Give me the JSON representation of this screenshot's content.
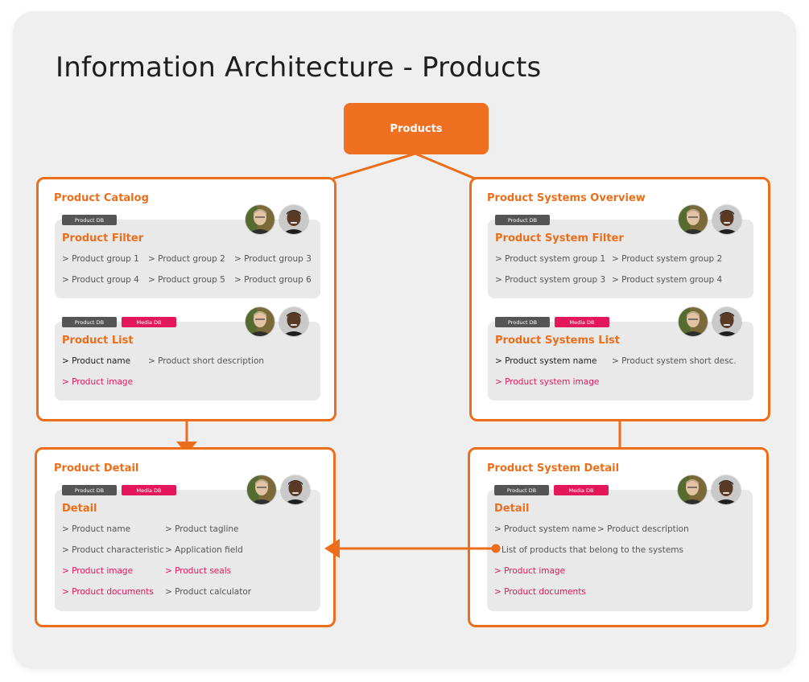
{
  "title": "Information Architecture - Products",
  "root": {
    "label": "Products"
  },
  "colors": {
    "accent": "#ec6e1a",
    "media": "#e4175a",
    "product_tag": "#555555"
  },
  "tags": {
    "product_db": "Product DB",
    "media_db": "Media DB"
  },
  "catalog": {
    "title": "Product Catalog",
    "filter": {
      "title": "Product Filter",
      "items": [
        "> Product group 1",
        "> Product group 2",
        "> Product group 3",
        "> Product group 4",
        "> Product group 5",
        "> Product group 6"
      ]
    },
    "list": {
      "title": "Product List",
      "items": [
        "> Product name",
        "> Product short description",
        "> Product image"
      ]
    }
  },
  "systems": {
    "title": "Product Systems Overview",
    "filter": {
      "title": "Product System Filter",
      "items": [
        "> Product system group 1",
        "> Product system group 2",
        "> Product system group 3",
        "> Product system group 4"
      ]
    },
    "list": {
      "title": "Product Systems List",
      "items": [
        "> Product system name",
        "> Product system short desc.",
        "> Product system image"
      ]
    }
  },
  "detail": {
    "title": "Product Detail",
    "section": {
      "title": "Detail",
      "items": [
        "> Product name",
        "> Product tagline",
        "> Product characteristic",
        "> Application field",
        "> Product image",
        "> Product seals",
        "> Product documents",
        "> Product calculator"
      ]
    }
  },
  "system_detail": {
    "title": "Product System Detail",
    "section": {
      "title": "Detail",
      "items": [
        "> Product system name",
        "> Product description",
        "List of products that belong to the systems",
        "> Product image",
        "> Product documents"
      ]
    }
  }
}
